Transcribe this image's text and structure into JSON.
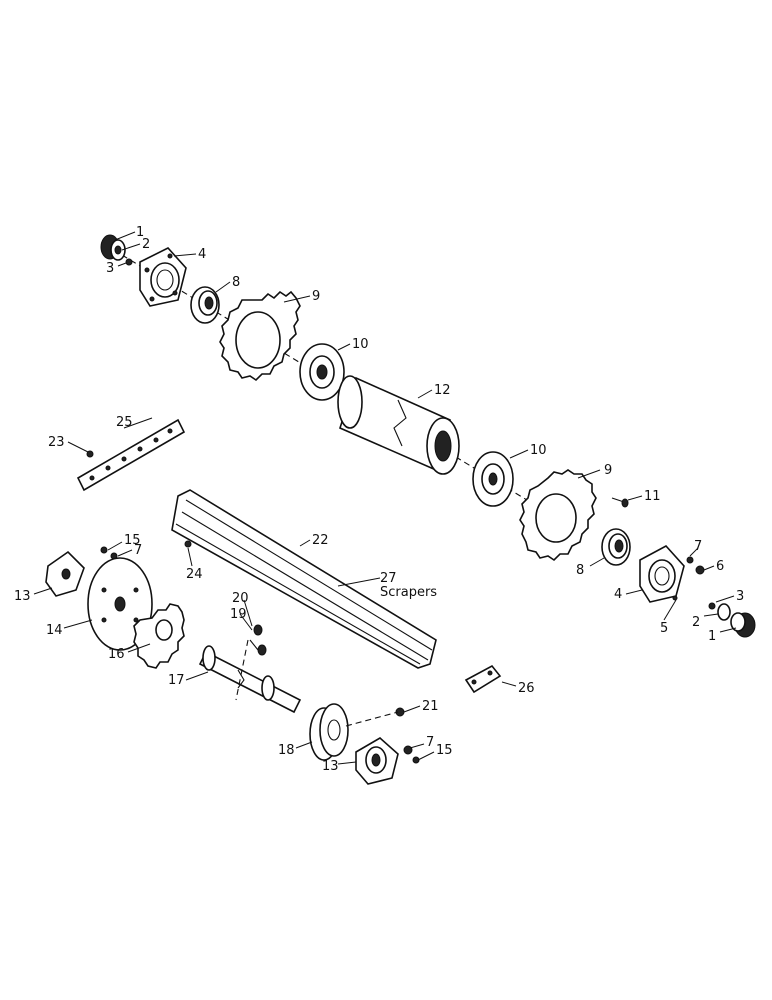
{
  "diagram": {
    "labels": {
      "l1a": "1",
      "l2a": "2",
      "l3a": "3",
      "l4a": "4",
      "l8a": "8",
      "l9a": "9",
      "l10a": "10",
      "l12": "12",
      "l25": "25",
      "l23": "23",
      "l10b": "10",
      "l9b": "9",
      "l11": "11",
      "l22": "22",
      "l24": "24",
      "l27": "27",
      "scrapers": "Scrapers",
      "l15a": "15",
      "l7a": "7",
      "l13a": "13",
      "l14": "14",
      "l16": "16",
      "l20": "20",
      "l19": "19",
      "l17": "17",
      "l7b": "7",
      "l6": "6",
      "l8b": "8",
      "l4b": "4",
      "l3b": "3",
      "l2b": "2",
      "l5": "5",
      "l1b": "1",
      "l26": "26",
      "l21": "21",
      "l18": "18",
      "l13b": "13",
      "l7c": "7",
      "l15b": "15"
    }
  }
}
